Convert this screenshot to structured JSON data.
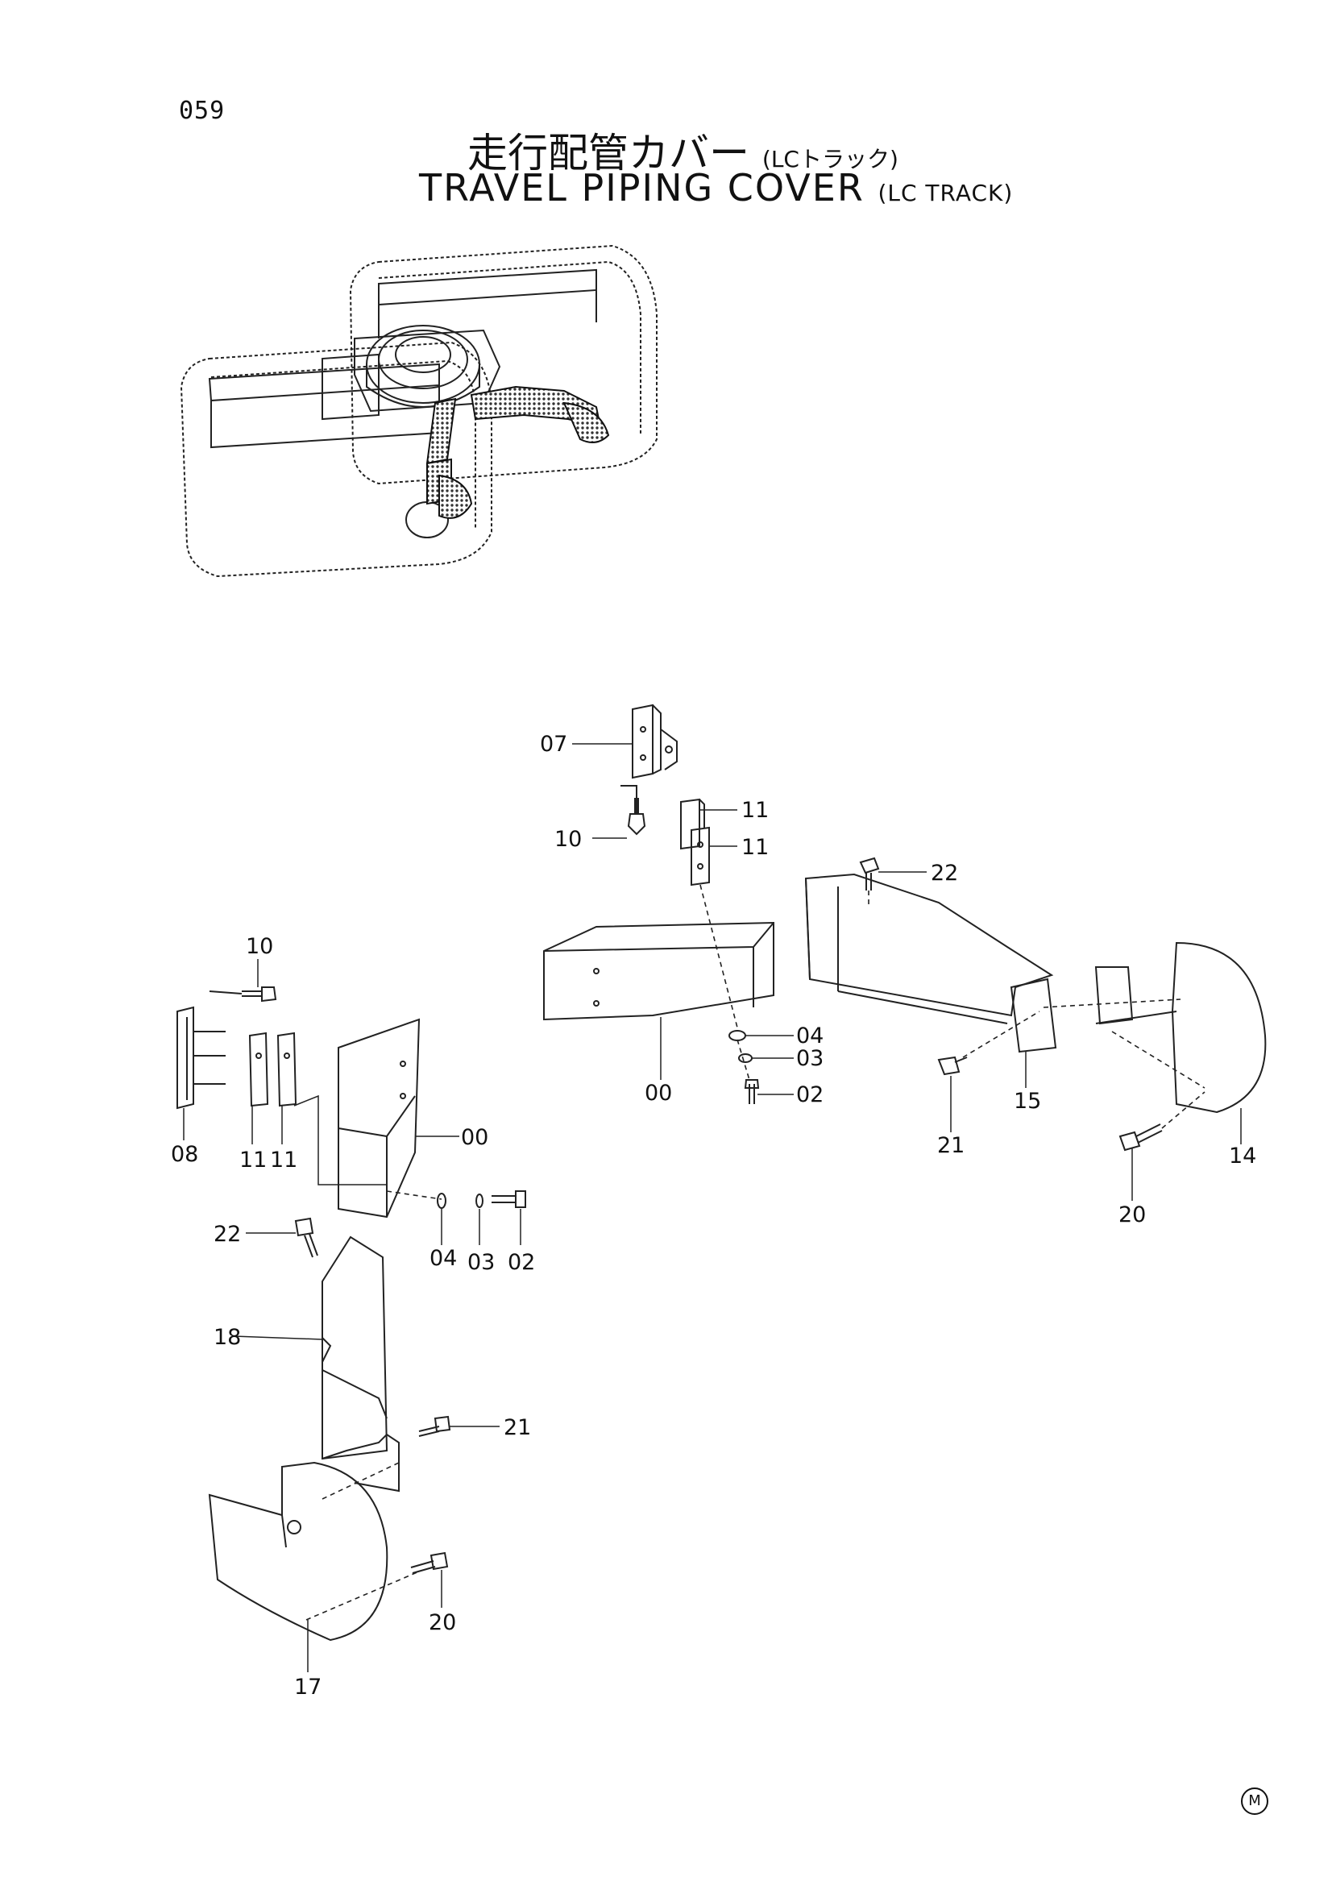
{
  "page_number": "059",
  "title": {
    "jp_main": "走行配管カバー",
    "jp_sub": "(LCトラック)",
    "en_main": "TRAVEL PIPING COVER",
    "en_sub": "(LC TRACK)"
  },
  "corner_mark": "M",
  "labels": {
    "r_07": "07",
    "r_10": "10",
    "r_11a": "11",
    "r_11b": "11",
    "r_22": "22",
    "r_00": "00",
    "r_04": "04",
    "r_03": "03",
    "r_02": "02",
    "r_21": "21",
    "r_15": "15",
    "r_14": "14",
    "r_20": "20",
    "l_10": "10",
    "l_08": "08",
    "l_11a": "11",
    "l_11b": "11",
    "l_00": "00",
    "l_04": "04",
    "l_03": "03",
    "l_02": "02",
    "l_22": "22",
    "l_18": "18",
    "l_21": "21",
    "l_20": "20",
    "l_17": "17"
  }
}
